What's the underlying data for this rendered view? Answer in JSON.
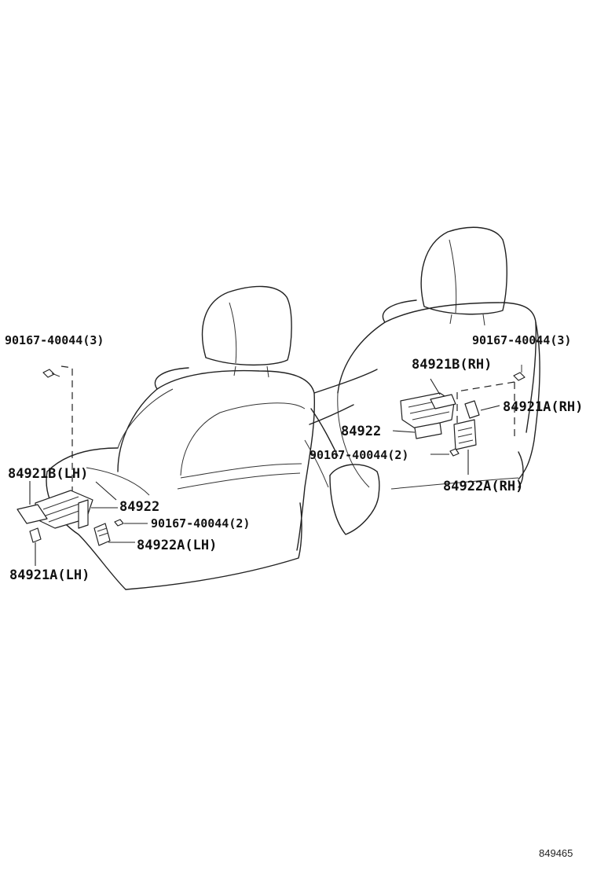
{
  "callouts": {
    "lh_bolt_3": "90167-40044(3)",
    "lh_holder_b": "84921B(LH)",
    "lh_84922": "84922",
    "lh_bolt_2": "90167-40044(2)",
    "lh_holder_a2": "84922A(LH)",
    "lh_holder_a1": "84921A(LH)",
    "rh_bolt_3": "90167-40044(3)",
    "rh_holder_b": "84921B(RH)",
    "rh_holder_a1": "84921A(RH)",
    "rh_84922": "84922",
    "rh_bolt_2": "90167-40044(2)",
    "rh_holder_a2": "84922A(RH)"
  },
  "figure_ref": "849465"
}
